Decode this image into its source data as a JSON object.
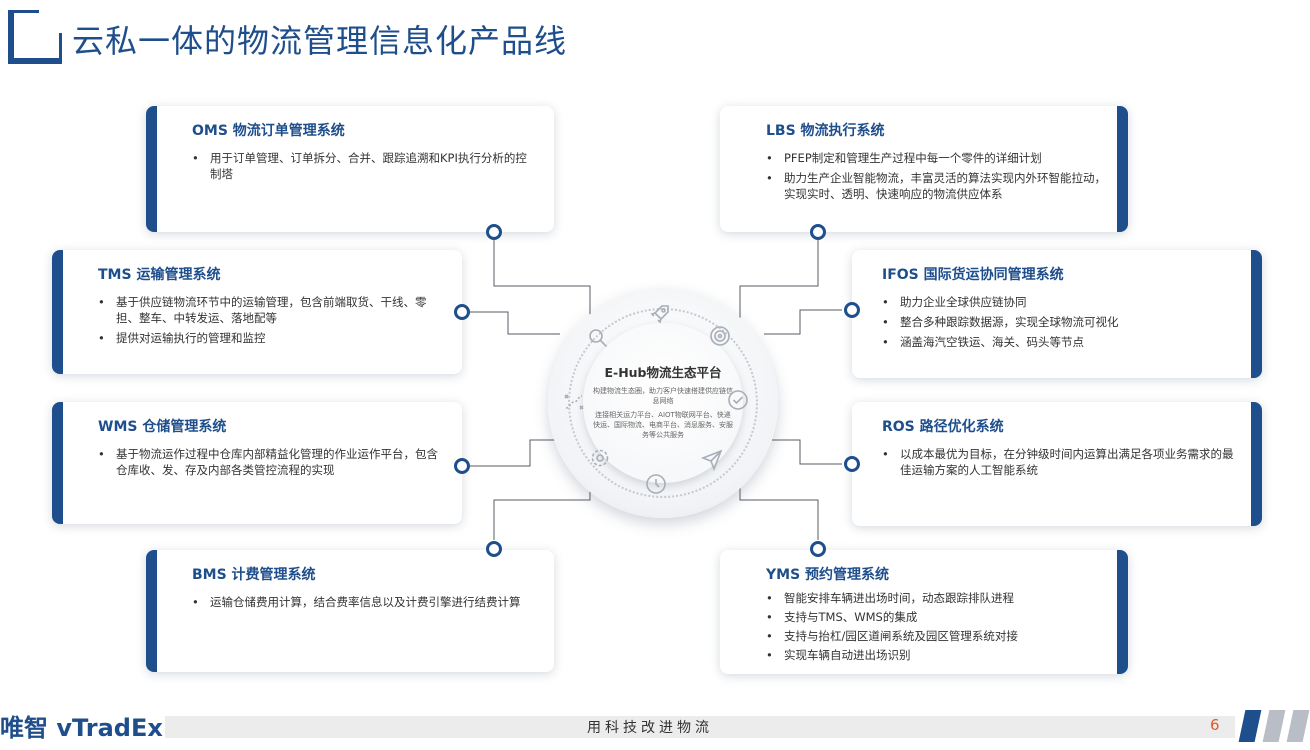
{
  "header": {
    "title": "云私一体的物流管理信息化产品线"
  },
  "hub": {
    "title": "E-Hub物流生态平台",
    "line1": "构建物流生态圈，助力客户快速搭建供应链信息网络",
    "line2": "连接相关运力平台、AIOT物联网平台、快递快运、国际物流、电商平台、消息服务、安服务等公共服务"
  },
  "cards": {
    "oms": {
      "title": "OMS 物流订单管理系统",
      "items": [
        "用于订单管理、订单拆分、合并、跟踪追溯和KPI执行分析的控制塔"
      ]
    },
    "tms": {
      "title": "TMS 运输管理系统",
      "items": [
        "基于供应链物流环节中的运输管理，包含前端取货、干线、零担、整车、中转发运、落地配等",
        "提供对运输执行的管理和监控"
      ]
    },
    "wms": {
      "title": "WMS 仓储管理系统",
      "items": [
        "基于物流运作过程中仓库内部精益化管理的作业运作平台，包含仓库收、发、存及内部各类管控流程的实现"
      ]
    },
    "bms": {
      "title": "BMS 计费管理系统",
      "items": [
        "运输仓储费用计算，结合费率信息以及计费引擎进行结费计算"
      ]
    },
    "lbs": {
      "title": "LBS 物流执行系统",
      "items": [
        "PFEP制定和管理生产过程中每一个零件的详细计划",
        "助力生产企业智能物流，丰富灵活的算法实现内外环智能拉动，实现实时、透明、快速响应的物流供应体系"
      ]
    },
    "ifos": {
      "title": "IFOS 国际货运协同管理系统",
      "items": [
        "助力企业全球供应链协同",
        "整合多种跟踪数据源，实现全球物流可视化",
        "涵盖海汽空铁运、海关、码头等节点"
      ]
    },
    "ros": {
      "title": "ROS 路径优化系统",
      "items": [
        "以成本最优为目标，在分钟级时间内运算出满足各项业务需求的最佳运输方案的人工智能系统"
      ]
    },
    "yms": {
      "title": "YMS 预约管理系统",
      "items": [
        "智能安排车辆进出场时间，动态跟踪排队进程",
        "支持与TMS、WMS的集成",
        "支持与抬杠/园区道闸系统及园区管理系统对接",
        "实现车辆自动进出场识别"
      ]
    }
  },
  "footer": {
    "logo": "唯智 vTradEx",
    "slogan": "用科技改进物流",
    "page_number": "6"
  },
  "colors": {
    "accent": "#1f4e8c",
    "page_number": "#e05a2b",
    "stripe_gray": "#b9bec6"
  },
  "icons": [
    "rocket-icon",
    "target-icon",
    "check-icon",
    "send-icon",
    "clock-icon",
    "gear-icon",
    "route-icon",
    "search-icon"
  ]
}
